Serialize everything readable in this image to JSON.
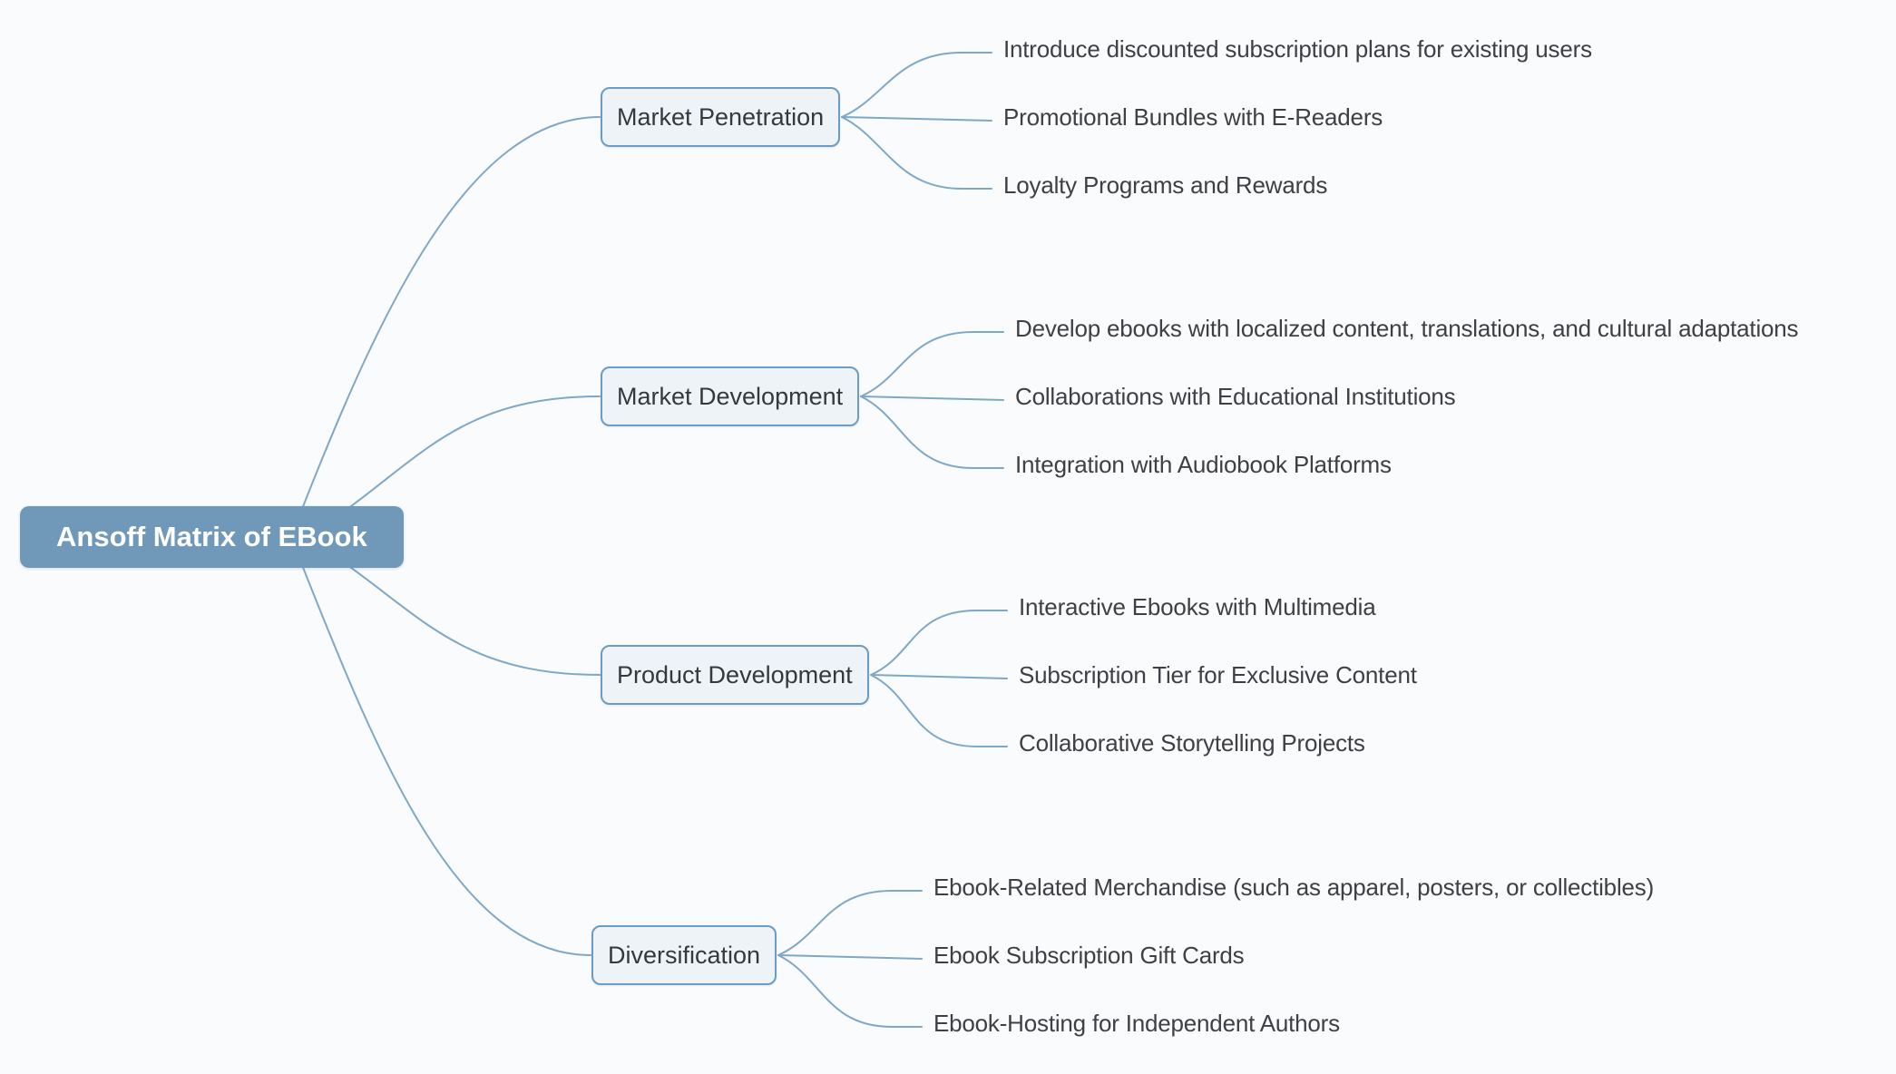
{
  "colors": {
    "background": "#fafbfc",
    "root_fill": "#7099b9",
    "root_text": "#ffffff",
    "branch_fill": "#eef3f8",
    "branch_border": "#6c9cc3",
    "connector_line": "#7fa8c7",
    "label_text": "#3d4145"
  },
  "mindmap": {
    "root": {
      "label": "Ansoff Matrix of EBook"
    },
    "branches": [
      {
        "label": "Market Penetration",
        "children": [
          "Introduce discounted subscription plans for existing users",
          "Promotional Bundles with E-Readers",
          "Loyalty Programs and Rewards"
        ]
      },
      {
        "label": "Market Development",
        "children": [
          "Develop ebooks with localized content, translations, and cultural adaptations",
          "Collaborations with Educational Institutions",
          "Integration with Audiobook Platforms"
        ]
      },
      {
        "label": "Product Development",
        "children": [
          "Interactive Ebooks with Multimedia",
          "Subscription Tier for Exclusive Content",
          "Collaborative Storytelling Projects"
        ]
      },
      {
        "label": "Diversification",
        "children": [
          "Ebook-Related Merchandise (such as apparel, posters, or collectibles)",
          "Ebook Subscription Gift Cards",
          "Ebook-Hosting for Independent Authors"
        ]
      }
    ]
  }
}
